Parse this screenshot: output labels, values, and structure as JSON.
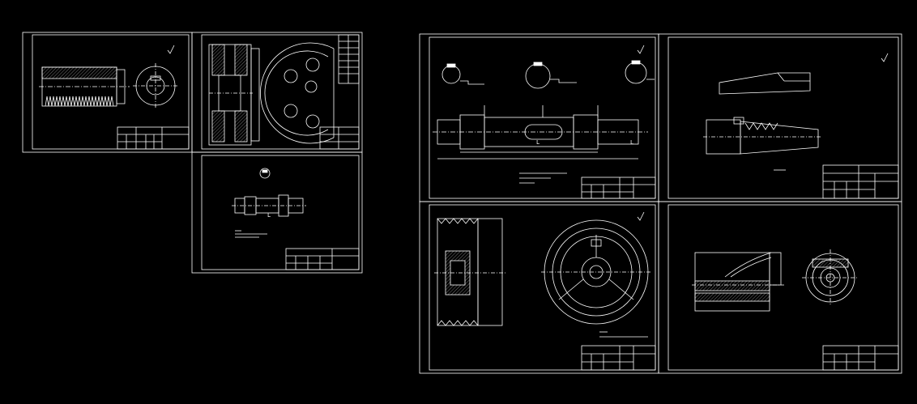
{
  "colors": {
    "background": "#000000",
    "line": "#ffffff",
    "hatch": "#c8c8c8"
  },
  "sheets": [
    {
      "id": "sheet-worm-shaft",
      "drawing_number": "",
      "title": ""
    },
    {
      "id": "sheet-worm-gear",
      "drawing_number": "",
      "title": ""
    },
    {
      "id": "sheet-small-shaft",
      "drawing_number": "",
      "title": ""
    },
    {
      "id": "sheet-main-shaft",
      "drawing_number": "",
      "title": ""
    },
    {
      "id": "sheet-tapered-part",
      "drawing_number": "",
      "title": ""
    },
    {
      "id": "sheet-pulley",
      "drawing_number": "",
      "title": ""
    },
    {
      "id": "sheet-sleeve",
      "drawing_number": "",
      "title": ""
    }
  ],
  "dimension_labels": [
    "L",
    "L",
    "L"
  ]
}
